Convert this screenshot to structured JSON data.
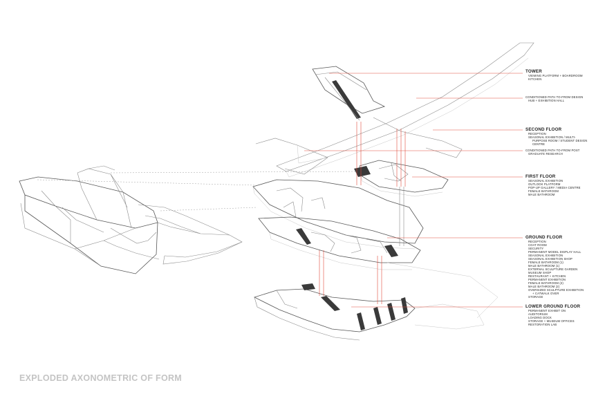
{
  "title": "EXPLODED AXONOMETRIC OF FORM",
  "labels": [
    {
      "heading": "TOWER",
      "items": [
        "VIEWING PLATFORM + BOARDROOM",
        "KITCHEN"
      ]
    },
    {
      "heading": "",
      "items": [
        "CONDITIONED PATH TO-FROM DESIGN",
        "HUB + EXHIBITION HALL"
      ]
    },
    {
      "heading": "SECOND FLOOR",
      "items": [
        "RECEPTION",
        "SEASONAL EXHIBITION / MULTI-",
        "PURPOSE ROOM / STUDENT DESIGN",
        "CENTRE"
      ]
    },
    {
      "heading": "",
      "items": [
        "CONDITIONED PATH TO-FROM POST",
        "GRADUATE RESEARCH"
      ]
    },
    {
      "heading": "FIRST FLOOR",
      "items": [
        "SEASONAL EXHIBITION",
        "OUTLOOK PLATFORM",
        "POP-UP GALLERY / MEDIA CENTRE",
        "FEMALE BATHROOM",
        "MALE BATHROOM"
      ]
    },
    {
      "heading": "GROUND FLOOR",
      "items": [
        "RECEPTION",
        "COAT ROOM",
        "SECURITY",
        "PERMANENT MODEL DISPLAY HALL",
        "SEASONAL EXHIBITION",
        "SEASONAL EXHIBITION SHOP",
        "FEMALE BATHROOM (1)",
        "MALE BATHROOM (1)",
        "EXTERNAL SCULPTURE GARDEN",
        "MUSEUM SHOP",
        "RESTAURANT + KITCHEN",
        "PERMANENT EXHIBITION",
        "FEMALE BATHROOM (2)",
        "MALE BATHROOM (2)",
        "OVERSIZED SCULPTURE EXHIBITION",
        "+ CATWALK OVER",
        "STORAGE"
      ]
    },
    {
      "heading": "LOWER GROUND FLOOR",
      "items": [
        "PERMANENT EXHIBIT ON",
        "AUDITORIUM",
        "LOADING DOCK",
        "STORAGE + MUSEUM OFFICES",
        "RESTORATION LAB"
      ]
    }
  ],
  "colors": {
    "leader": "#e04a3a",
    "linework": "#8a8a8a",
    "title": "#c4c4c4"
  }
}
